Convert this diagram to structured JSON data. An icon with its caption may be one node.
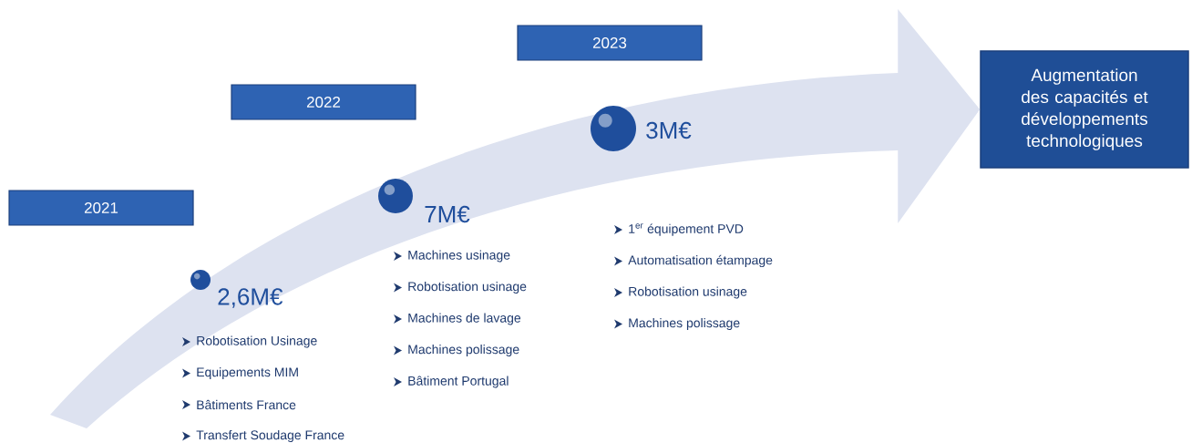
{
  "diagram": {
    "nodes": [
      {
        "text": [
          "2021"
        ]
      },
      {
        "text": [
          "2022"
        ]
      },
      {
        "text": [
          "2023"
        ]
      },
      {
        "text": [
          "Augmentation des capacités et développements technologiques"
        ]
      }
    ],
    "edges": [
      {
        "from": null,
        "to": 3,
        "arrow": "to"
      }
    ],
    "labels": [
      "2,6M€",
      "Robotisation Usinage",
      "Equipements MIM",
      "Bâtiments France",
      "Transfert Soudage France",
      "7M€",
      "Machines usinage",
      "Robotisation usinage",
      "Machines de lavage",
      "Machines polissage",
      "Bâtiment Portugal",
      "3M€",
      "1$^{er}$ équipement PVD",
      "Automatisation étampage",
      "Robotisation usinage",
      "Machines polissage"
    ]
  }
}
